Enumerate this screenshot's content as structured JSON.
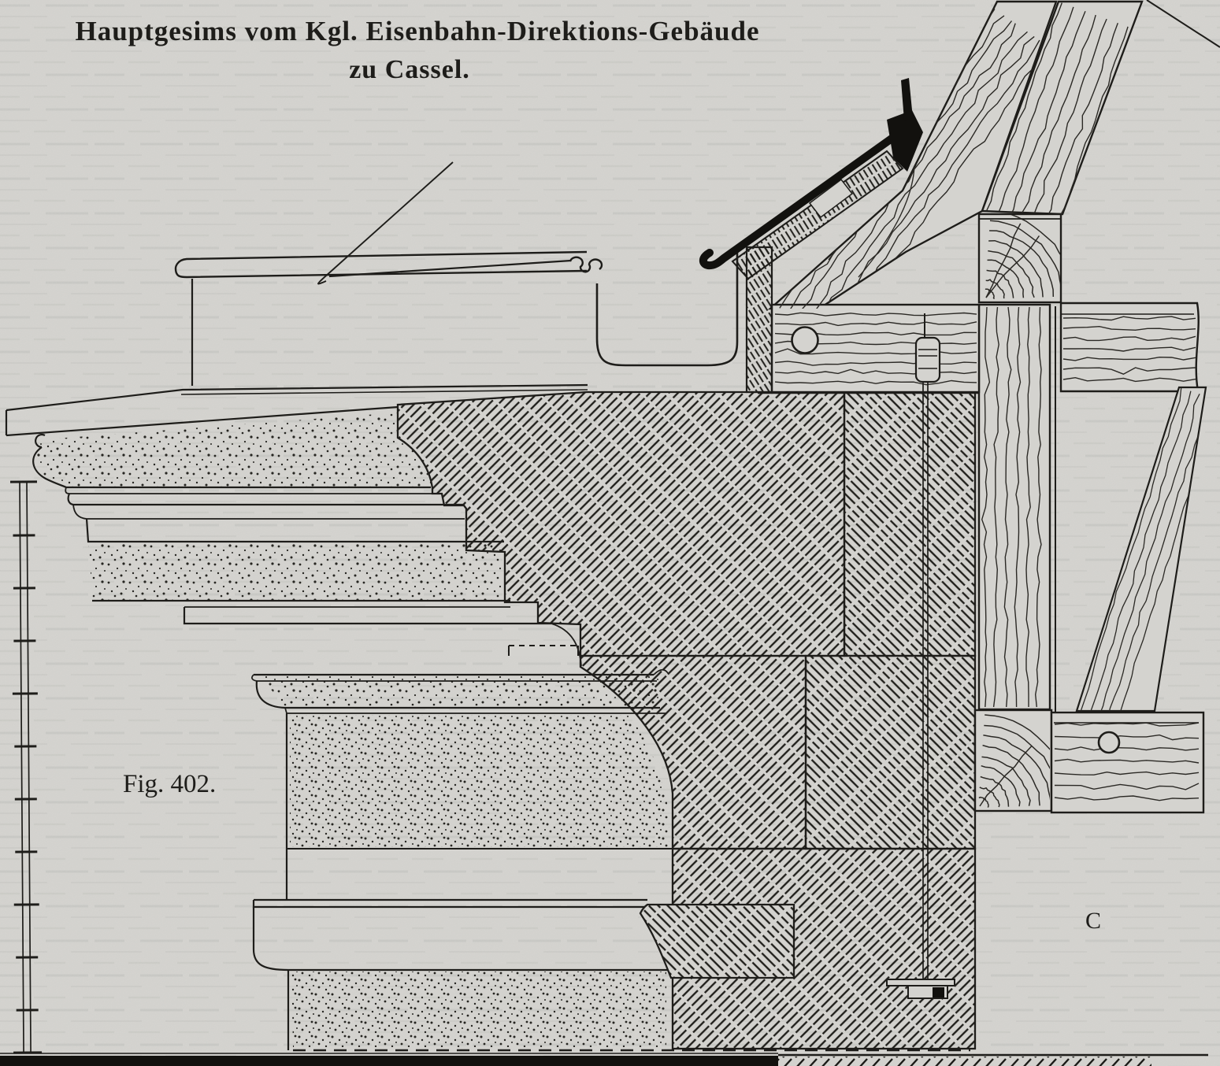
{
  "document": {
    "title_line1": "Hauptgesims vom Kgl. Eisenbahn-Direktions-Gebäude",
    "title_line2": "zu Cassel.",
    "figure_label": "Fig. 402.",
    "point_label": "C"
  },
  "colors": {
    "paper": "#d4d3cf",
    "ink": "#1e1d1a",
    "black": "#12110e"
  }
}
